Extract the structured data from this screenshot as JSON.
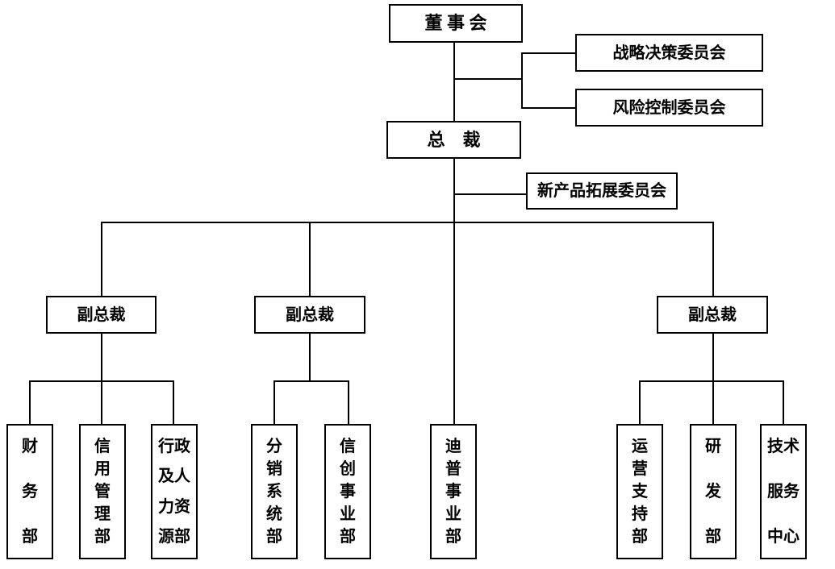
{
  "page": {
    "background_color": "#ffffff",
    "line_color": "#000000",
    "text_color": "#000000"
  },
  "org_chart": {
    "board": {
      "label": "董 事 会"
    },
    "strategy_committee": {
      "label": "战略决策委员会"
    },
    "risk_committee": {
      "label": "风险控制委员会"
    },
    "president": {
      "label": "总　裁"
    },
    "new_product_committee": {
      "label": "新产品拓展委员会"
    },
    "vice_presidents": [
      {
        "label": "副总裁"
      },
      {
        "label": "副总裁"
      },
      {
        "label": "副总裁"
      }
    ],
    "departments": {
      "finance": {
        "label": "财务部",
        "rows": [
          "财",
          "务",
          "部"
        ]
      },
      "credit_management": {
        "label": "信用管理部",
        "rows": [
          "信",
          "用",
          "管",
          "理",
          "部"
        ]
      },
      "admin_hr": {
        "label": "行政及人力资源部",
        "rows": [
          "行政",
          "及人",
          "力资",
          "源部"
        ]
      },
      "distribution_system": {
        "label": "分销系统部",
        "rows": [
          "分",
          "销",
          "系",
          "统",
          "部"
        ]
      },
      "xinchuang_business": {
        "label": "信创事业部",
        "rows": [
          "信",
          "创",
          "事",
          "业",
          "部"
        ]
      },
      "dipu_business": {
        "label": "迪普事业部",
        "rows": [
          "迪",
          "普",
          "事",
          "业",
          "部"
        ]
      },
      "operations_support": {
        "label": "运营支持部",
        "rows": [
          "运",
          "营",
          "支",
          "持",
          "部"
        ]
      },
      "research_development": {
        "label": "研发部",
        "rows": [
          "研",
          "发",
          "部"
        ]
      },
      "tech_service_center": {
        "label": "技术服务中心",
        "rows": [
          "技术",
          "服务",
          "中心"
        ]
      }
    }
  }
}
